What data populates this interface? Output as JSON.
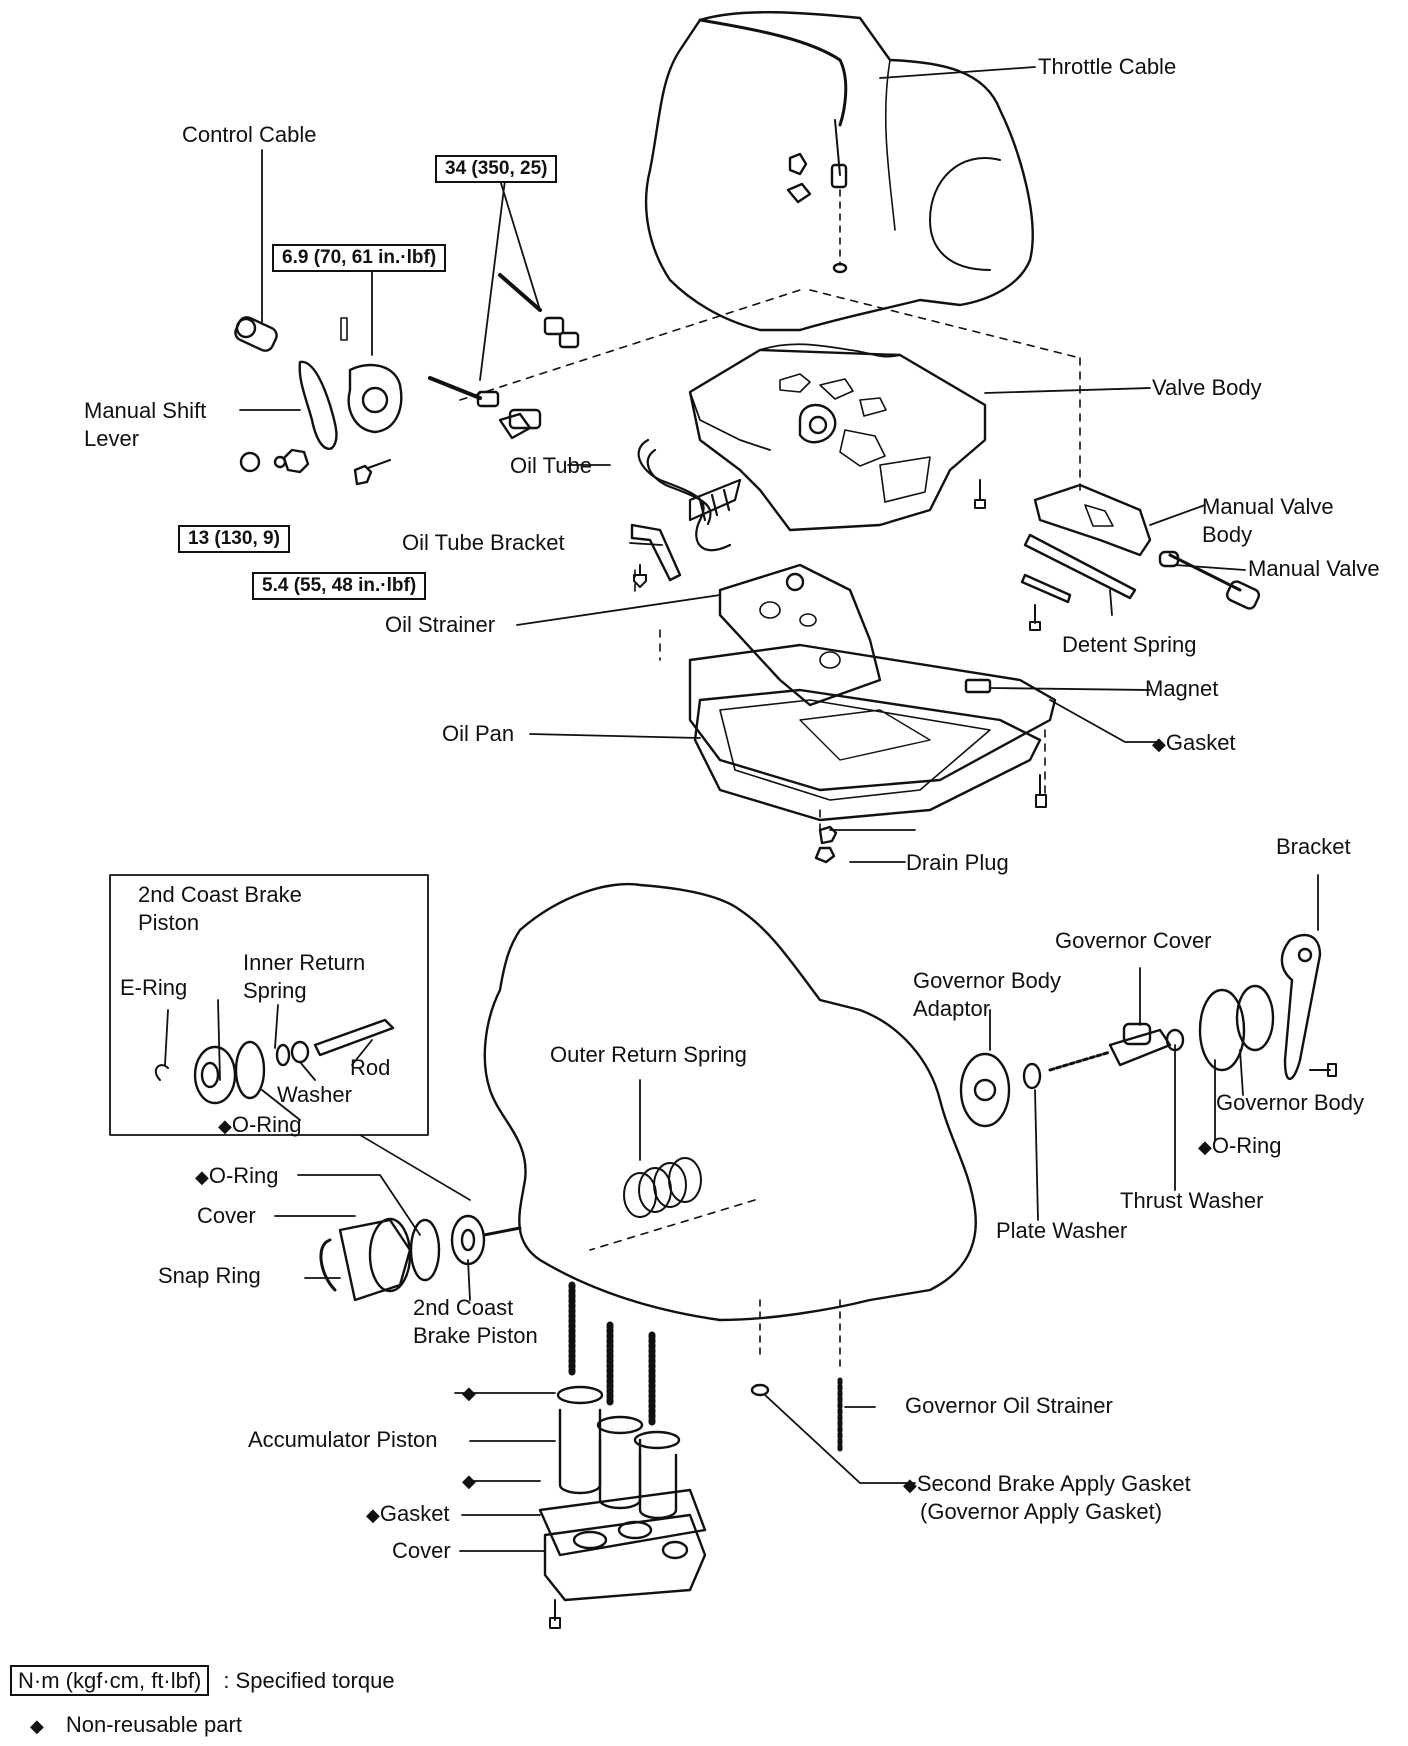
{
  "labels": {
    "throttle_cable": "Throttle Cable",
    "control_cable": "Control Cable",
    "valve_body": "Valve Body",
    "manual_shift_lever_1": "Manual Shift",
    "manual_shift_lever_2": "Lever",
    "oil_tube": "Oil Tube",
    "manual_valve_body_1": "Manual Valve",
    "manual_valve_body_2": "Body",
    "manual_valve": "Manual Valve",
    "oil_tube_bracket": "Oil Tube Bracket",
    "oil_strainer": "Oil Strainer",
    "detent_spring": "Detent Spring",
    "magnet": "Magnet",
    "oil_pan": "Oil Pan",
    "gasket_pan": "Gasket",
    "drain_plug": "Drain Plug",
    "bracket": "Bracket",
    "inset_piston_1": "2nd Coast Brake",
    "inset_piston_2": "Piston",
    "inner_return_1": "Inner Return",
    "inner_return_2": "Spring",
    "e_ring": "E-Ring",
    "rod": "Rod",
    "washer": "Washer",
    "o_ring_inset": "O-Ring",
    "governor_cover": "Governor Cover",
    "governor_body_adaptor_1": "Governor Body",
    "governor_body_adaptor_2": "Adaptor",
    "outer_return_spring": "Outer Return Spring",
    "governor_body": "Governor Body",
    "o_ring_governor": "O-Ring",
    "o_ring_cover": "O-Ring",
    "cover": "Cover",
    "snap_ring": "Snap Ring",
    "thrust_washer": "Thrust Washer",
    "plate_washer": "Plate Washer",
    "piston_2nd_1": "2nd Coast",
    "piston_2nd_2": "Brake Piston",
    "governor_oil_strainer": "Governor Oil Strainer",
    "accumulator_piston": "Accumulator Piston",
    "second_brake_gasket_1": "Second Brake Apply Gasket",
    "second_brake_gasket_2": "(Governor Apply Gasket)",
    "gasket_accum": "Gasket",
    "cover_accum": "Cover"
  },
  "torque_specs": {
    "t1": "34 (350, 25)",
    "t2": "6.9 (70, 61 in.·lbf)",
    "t3": "13 (130, 9)",
    "t4": "5.4 (55, 48 in.·lbf)"
  },
  "legend": {
    "torque_unit": "N·m (kgf·cm, ft·lbf)",
    "torque_desc": ": Specified torque",
    "diamond": "◆",
    "non_reusable": "Non-reusable part"
  },
  "colors": {
    "ink": "#111111",
    "paper": "#ffffff"
  }
}
